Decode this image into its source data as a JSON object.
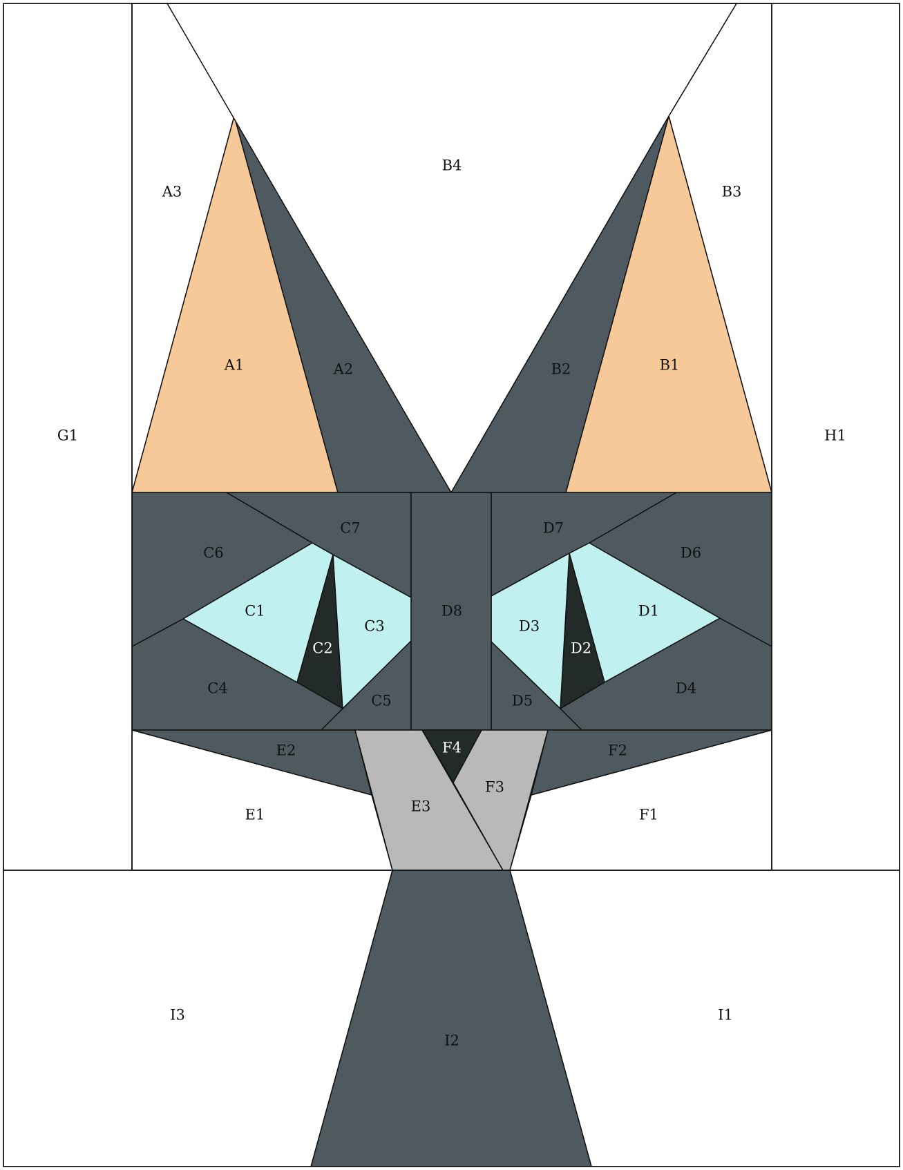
{
  "colors": {
    "background": "#ffffff",
    "grey": "#4e5a60",
    "peach": "#f7c998",
    "cyan": "#c0f0ef",
    "dark": "#232a2a",
    "light_grey": "#b9b9b9",
    "outline": "#111111"
  },
  "pieces": [
    {
      "id": "A1",
      "label": "A1",
      "color": "peach",
      "text_color": "#111111"
    },
    {
      "id": "A2",
      "label": "A2",
      "color": "grey",
      "text_color": "#111111"
    },
    {
      "id": "A3",
      "label": "A3",
      "color": "background",
      "text_color": "#111111"
    },
    {
      "id": "B1",
      "label": "B1",
      "color": "peach",
      "text_color": "#111111"
    },
    {
      "id": "B2",
      "label": "B2",
      "color": "grey",
      "text_color": "#111111"
    },
    {
      "id": "B3",
      "label": "B3",
      "color": "background",
      "text_color": "#111111"
    },
    {
      "id": "B4",
      "label": "B4",
      "color": "background",
      "text_color": "#111111"
    },
    {
      "id": "C1",
      "label": "C1",
      "color": "cyan",
      "text_color": "#111111"
    },
    {
      "id": "C2",
      "label": "C2",
      "color": "dark",
      "text_color": "#ffffff"
    },
    {
      "id": "C3",
      "label": "C3",
      "color": "cyan",
      "text_color": "#111111"
    },
    {
      "id": "C4",
      "label": "C4",
      "color": "grey",
      "text_color": "#111111"
    },
    {
      "id": "C5",
      "label": "C5",
      "color": "grey",
      "text_color": "#111111"
    },
    {
      "id": "C6",
      "label": "C6",
      "color": "grey",
      "text_color": "#111111"
    },
    {
      "id": "C7",
      "label": "C7",
      "color": "grey",
      "text_color": "#111111"
    },
    {
      "id": "D1",
      "label": "D1",
      "color": "cyan",
      "text_color": "#111111"
    },
    {
      "id": "D2",
      "label": "D2",
      "color": "dark",
      "text_color": "#ffffff"
    },
    {
      "id": "D3",
      "label": "D3",
      "color": "cyan",
      "text_color": "#111111"
    },
    {
      "id": "D4",
      "label": "D4",
      "color": "grey",
      "text_color": "#111111"
    },
    {
      "id": "D5",
      "label": "D5",
      "color": "grey",
      "text_color": "#111111"
    },
    {
      "id": "D6",
      "label": "D6",
      "color": "grey",
      "text_color": "#111111"
    },
    {
      "id": "D7",
      "label": "D7",
      "color": "grey",
      "text_color": "#111111"
    },
    {
      "id": "D8",
      "label": "D8",
      "color": "grey",
      "text_color": "#111111"
    },
    {
      "id": "E1",
      "label": "E1",
      "color": "background",
      "text_color": "#111111"
    },
    {
      "id": "E2",
      "label": "E2",
      "color": "grey",
      "text_color": "#111111"
    },
    {
      "id": "E3",
      "label": "E3",
      "color": "light_grey",
      "text_color": "#111111"
    },
    {
      "id": "F1",
      "label": "F1",
      "color": "background",
      "text_color": "#111111"
    },
    {
      "id": "F2",
      "label": "F2",
      "color": "grey",
      "text_color": "#111111"
    },
    {
      "id": "F3",
      "label": "F3",
      "color": "light_grey",
      "text_color": "#111111"
    },
    {
      "id": "F4",
      "label": "F4",
      "color": "dark",
      "text_color": "#ffffff"
    },
    {
      "id": "G1",
      "label": "G1",
      "color": "background",
      "text_color": "#111111"
    },
    {
      "id": "H1",
      "label": "H1",
      "color": "background",
      "text_color": "#111111"
    },
    {
      "id": "I1",
      "label": "I1",
      "color": "background",
      "text_color": "#111111"
    },
    {
      "id": "I2",
      "label": "I2",
      "color": "grey",
      "text_color": "#111111"
    },
    {
      "id": "I3",
      "label": "I3",
      "color": "background",
      "text_color": "#111111"
    }
  ]
}
